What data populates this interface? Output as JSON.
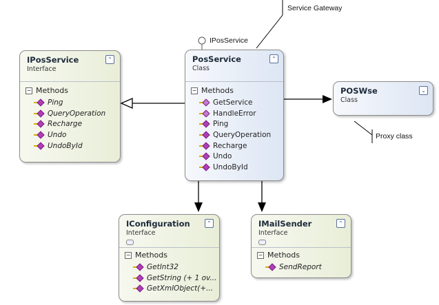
{
  "diagram": {
    "ipos": {
      "name": "IPosService",
      "stereotype": "Interface",
      "section": "Methods",
      "methods": [
        "Ping",
        "QueryOperation",
        "Recharge",
        "Undo",
        "UndoById"
      ]
    },
    "pos": {
      "name": "PosService",
      "stereotype": "Class",
      "section": "Methods",
      "methods": [
        "GetService",
        "HandleError",
        "Ping",
        "QueryOperation",
        "Recharge",
        "Undo",
        "UndoById"
      ],
      "lollipop": "IPosService"
    },
    "posw": {
      "name": "POSWse",
      "stereotype": "Class"
    },
    "iconf": {
      "name": "IConfiguration",
      "stereotype": "Interface",
      "section": "Methods",
      "methods": [
        "GetInt32",
        "GetString (+ 1 ov...",
        "GetXmlObject(+..."
      ]
    },
    "imail": {
      "name": "IMailSender",
      "stereotype": "Interface",
      "section": "Methods",
      "methods": [
        "SendReport"
      ]
    },
    "notes": {
      "gateway": "Service Gateway",
      "proxy": "Proxy class"
    }
  },
  "colors": {
    "interface_fill": "#e9eed8",
    "class_fill": "#dde6f4",
    "border": "#8b8b8b",
    "method_icon": "#b03fb7"
  }
}
